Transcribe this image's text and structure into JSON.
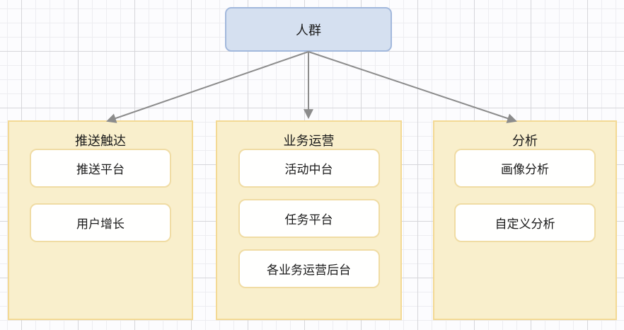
{
  "diagram": {
    "root": {
      "label": "人群"
    },
    "groups": [
      {
        "title": "推送触达",
        "items": [
          "推送平台",
          "用户增长"
        ]
      },
      {
        "title": "业务运营",
        "items": [
          "活动中台",
          "任务平台",
          "各业务运营后台"
        ]
      },
      {
        "title": "分析",
        "items": [
          "画像分析",
          "自定义分析"
        ]
      }
    ]
  },
  "colors": {
    "node-fill": "#d5e0f0",
    "node-border": "#a2b8dc",
    "group-fill": "#f9efcc",
    "group-border": "#f3d994",
    "item-fill": "#fffffe",
    "item-border": "#f0dca4",
    "arrow": "#8c8c8c",
    "text": "#1a1a1a",
    "grid-minor": "#ededf1",
    "grid-major": "#d6d6da",
    "canvas-bg": "#fcfcfe"
  }
}
